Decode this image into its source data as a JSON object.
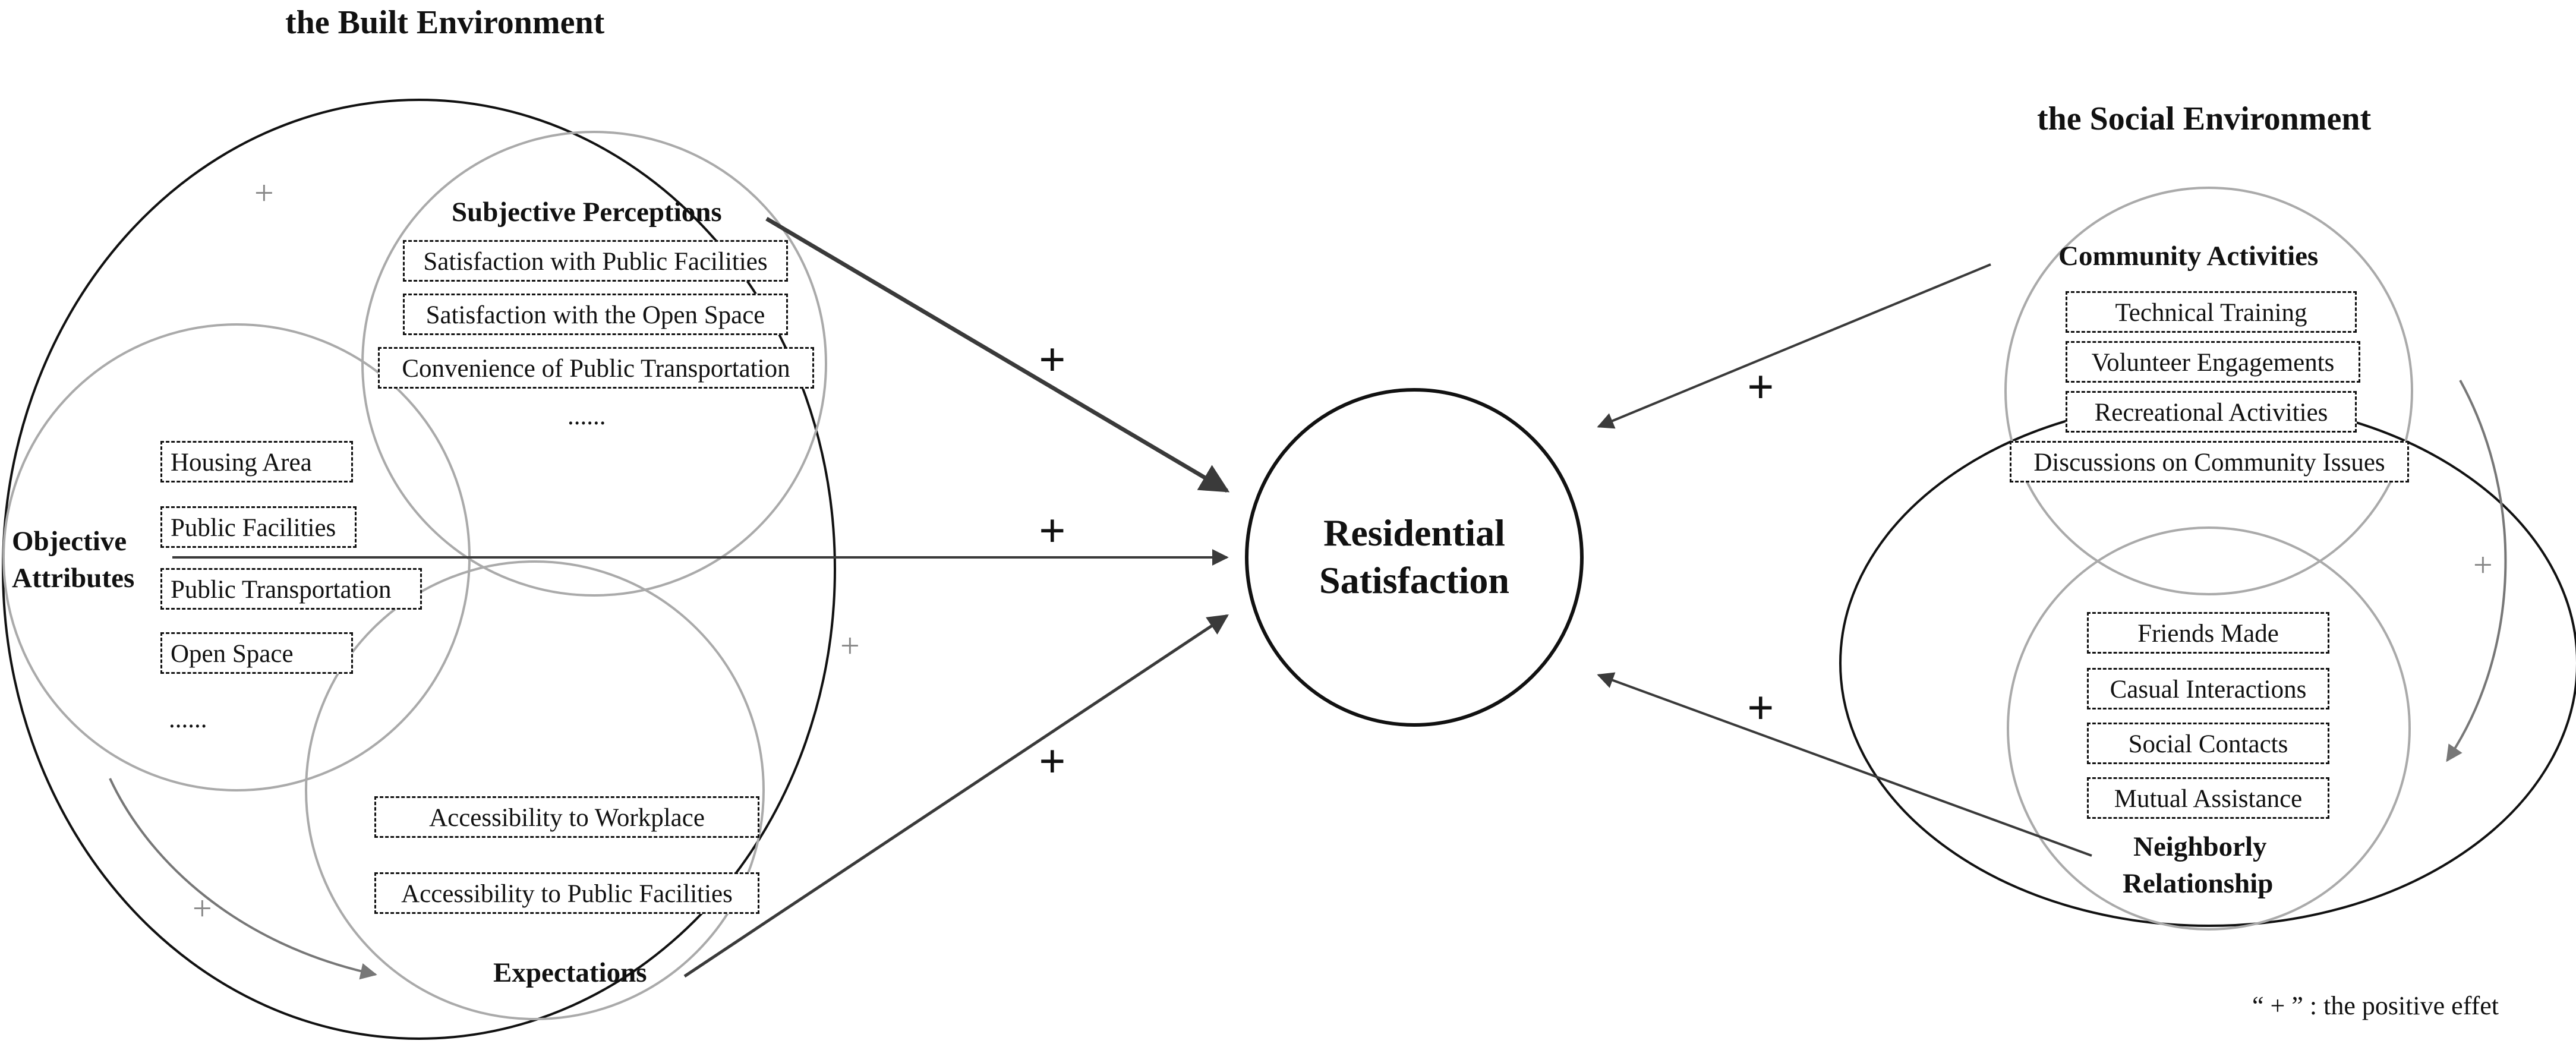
{
  "built_environment": {
    "title": "the Built Environment",
    "objective_attributes": {
      "title_line1": "Objective",
      "title_line2": "Attributes",
      "items": [
        "Housing Area",
        "Public Facilities",
        "Public Transportation",
        "Open Space"
      ],
      "ellipsis": "......"
    },
    "subjective_perceptions": {
      "title": "Subjective Perceptions",
      "items": [
        "Satisfaction with Public Facilities",
        "Satisfaction with the Open Space",
        "Convenience of Public Transportation"
      ],
      "ellipsis": "......"
    },
    "expectations": {
      "title": "Expectations",
      "items": [
        "Accessibility to Workplace",
        "Accessibility to Public Facilities"
      ]
    }
  },
  "social_environment": {
    "title": "the Social Environment",
    "community_activities": {
      "title": "Community Activities",
      "items": [
        "Technical Training",
        "Volunteer Engagements",
        "Recreational Activities",
        "Discussions on Community Issues"
      ]
    },
    "neighborly_relationship": {
      "title_line1": "Neighborly",
      "title_line2": "Relationship",
      "items": [
        "Friends Made",
        "Casual Interactions",
        "Social Contacts",
        "Mutual Assistance"
      ]
    }
  },
  "outcome": {
    "line1": "Residential",
    "line2": "Satisfaction"
  },
  "effects": {
    "plus": "+"
  },
  "legend": {
    "text": "“ + ” : the positive effet"
  },
  "colors": {
    "dark_line": "#3a3a3a",
    "light_circle": "#aaaaaa",
    "grey_arrow": "#777777"
  }
}
